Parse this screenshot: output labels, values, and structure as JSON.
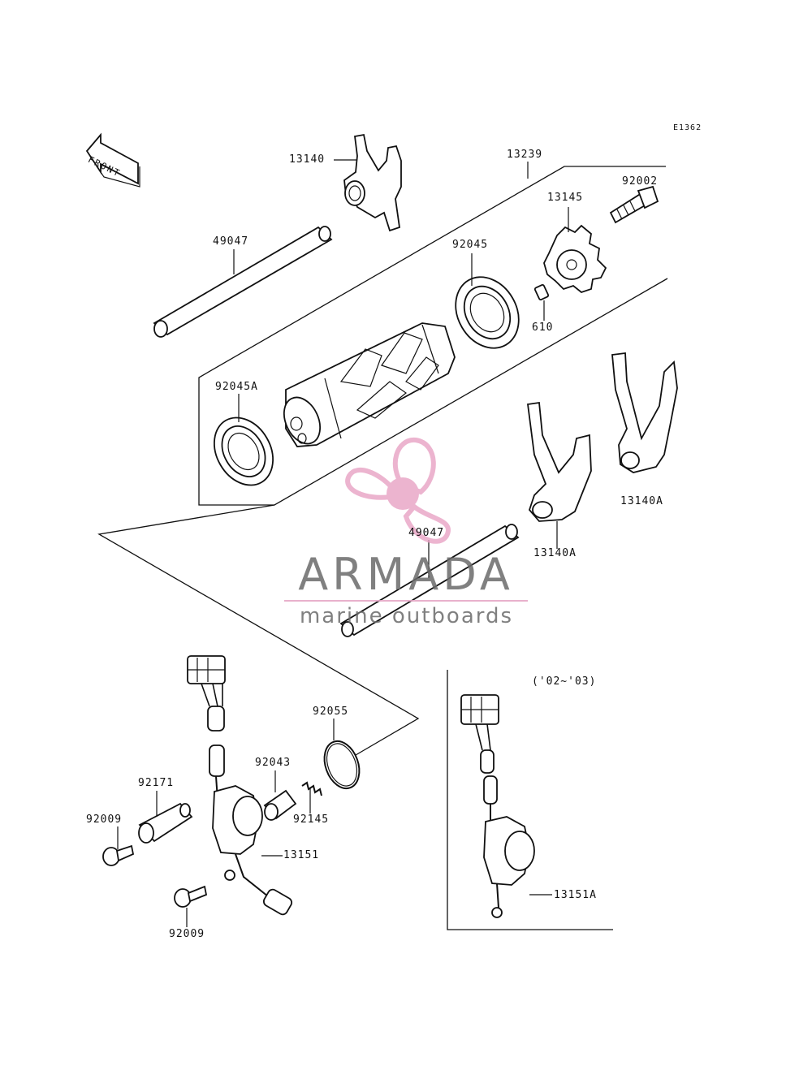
{
  "diagram": {
    "code": "E1362",
    "front_label": "FRONT",
    "variant_note": "('02~'03)",
    "watermark": {
      "brand": "ARMADA",
      "tagline": "marine outboards",
      "color": "#e8a2c4"
    },
    "callouts": {
      "c13140": "13140",
      "c13239": "13239",
      "c92002": "92002",
      "c13145": "13145",
      "c49047_top": "49047",
      "c92045": "92045",
      "c610": "610",
      "c92045a": "92045A",
      "c13140a_right": "13140A",
      "c13140a_mid": "13140A",
      "c49047_mid": "49047",
      "c92055": "92055",
      "c92043": "92043",
      "c92171": "92171",
      "c92145": "92145",
      "c92009_left": "92009",
      "c13151": "13151",
      "c92009_bottom": "92009",
      "c13151a": "13151A"
    }
  }
}
